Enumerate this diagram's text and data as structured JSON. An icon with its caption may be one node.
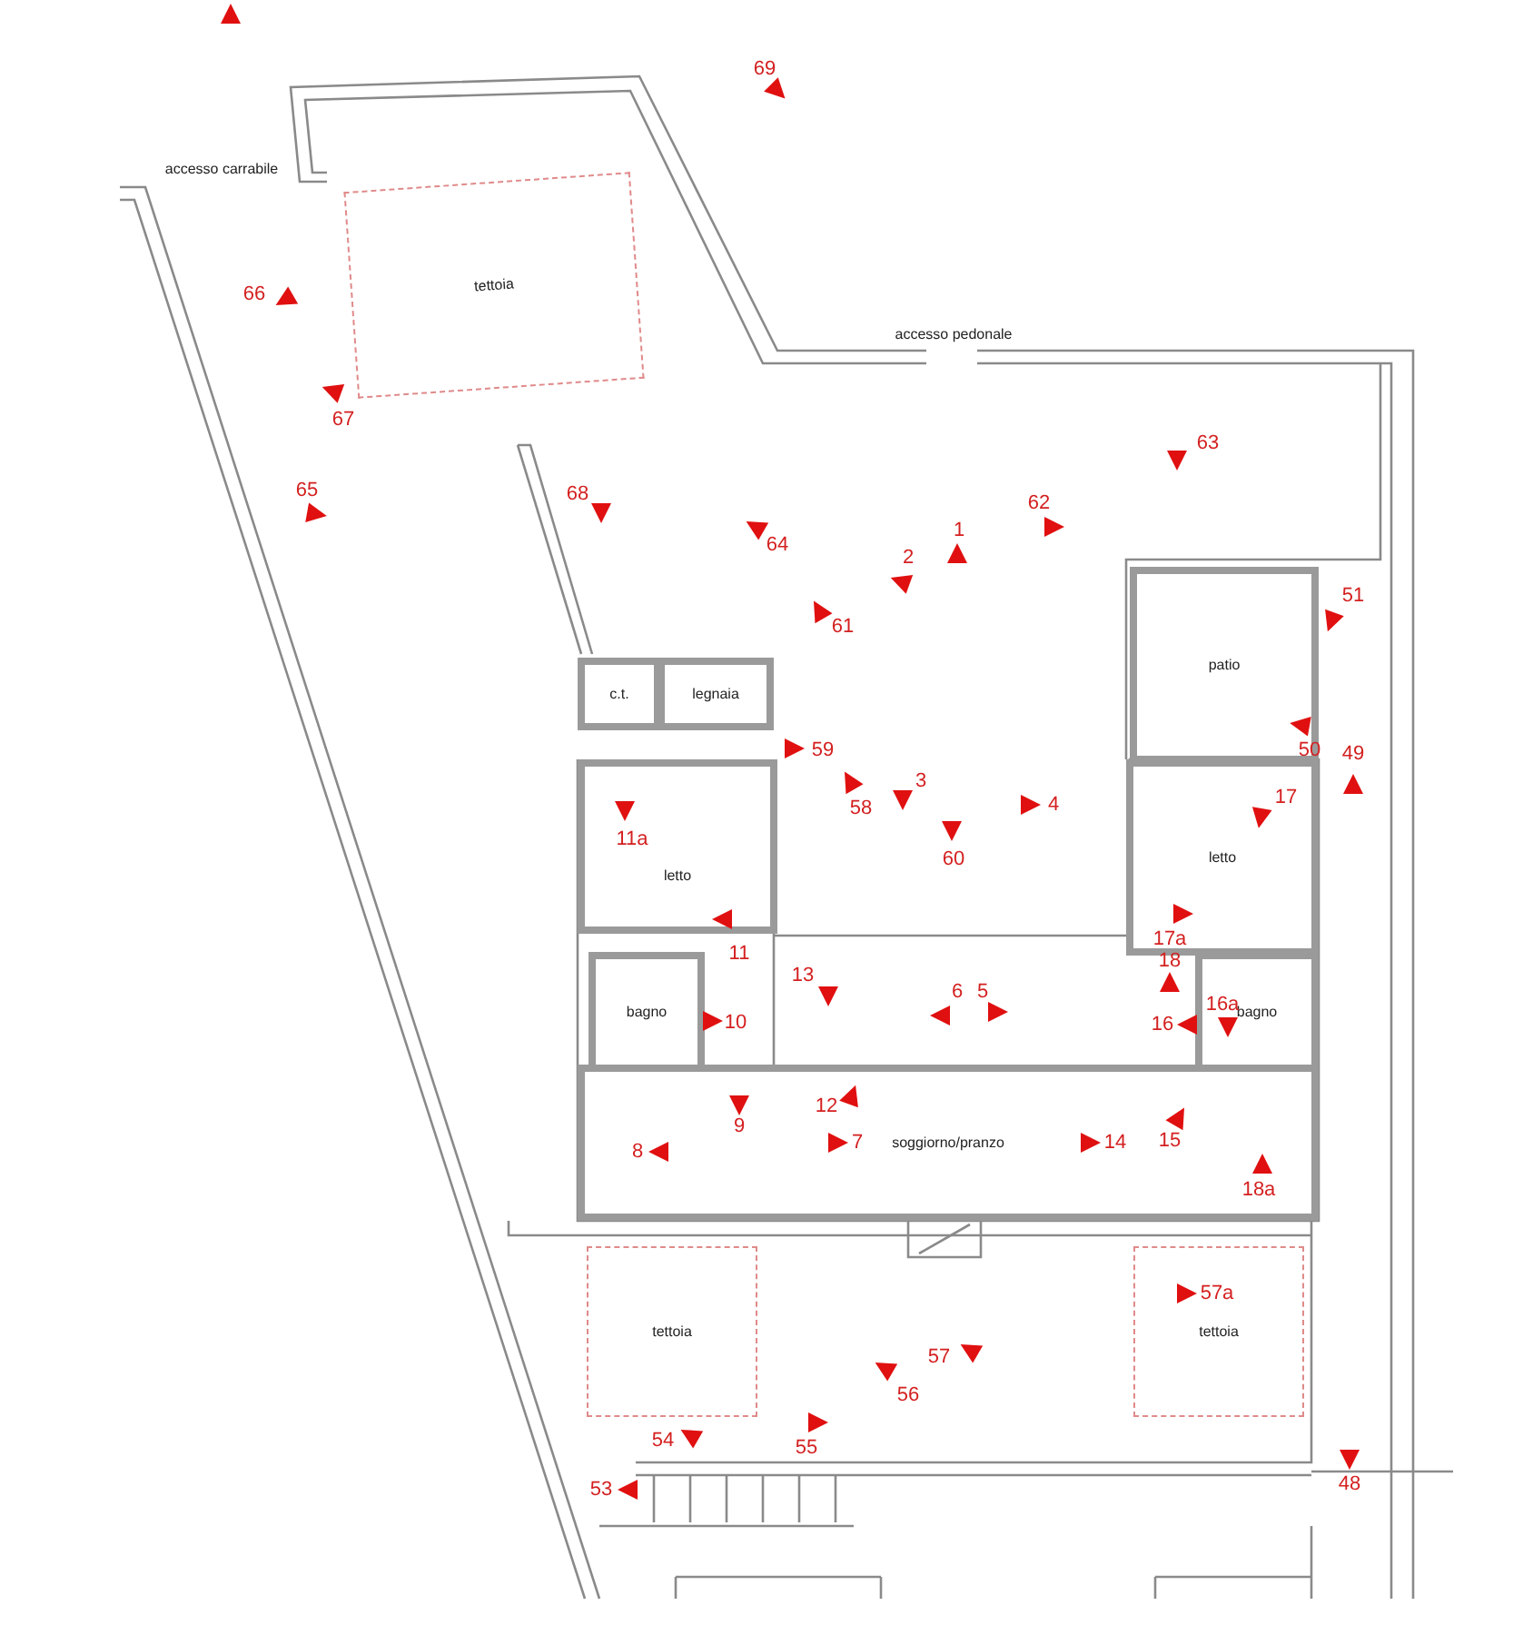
{
  "diagram": {
    "nodes": [
      {
        "text": [
          "tettoia"
        ]
      },
      {
        "text": [
          "c.t."
        ]
      },
      {
        "text": [
          "legnaia"
        ]
      },
      {
        "text": [
          "letto"
        ]
      },
      {
        "text": [
          "bagno"
        ]
      },
      {
        "text": [
          "soggiorno/pranzo"
        ]
      },
      {
        "text": [
          "patio"
        ]
      },
      {
        "text": [
          "letto"
        ]
      },
      {
        "text": [
          "bagno"
        ]
      },
      {
        "text": [
          "tettoia"
        ]
      },
      {
        "text": [
          "tettoia"
        ]
      }
    ],
    "labels": [
      "accesso carrabile",
      "69",
      "66",
      "67",
      "accesso pedonale",
      "63",
      "65",
      "68",
      "62",
      "64",
      "1",
      "2",
      "51",
      "61",
      "59",
      "50",
      "49",
      "58",
      "3",
      "4",
      "17",
      "11a",
      "60",
      "11",
      "17a",
      "18",
      "13",
      "6",
      "5",
      "16a",
      "10",
      "16",
      "12",
      "9",
      "15",
      "8",
      "7",
      "14",
      "18a",
      "57a",
      "57",
      "56",
      "54",
      "55",
      "53",
      "48"
    ]
  }
}
